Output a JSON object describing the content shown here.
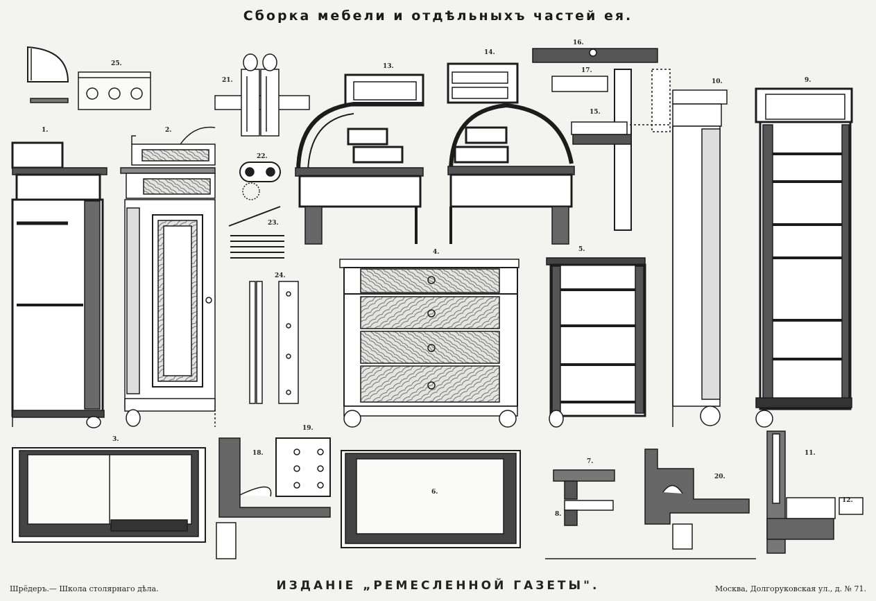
{
  "title": "Сборка мебели и отдѣльныхъ частей ея.",
  "footer": {
    "left": "Шрёдеръ.— Школа столярнаго дѣла.",
    "center": "ИЗДАНІЕ „РЕМЕСЛЕННОЙ ГАЗЕТЫ\".",
    "right": "Москва, Долгоруковская ул., д. № 71."
  },
  "figures": [
    {
      "id": "fig-1",
      "label": "1."
    },
    {
      "id": "fig-2",
      "label": "2."
    },
    {
      "id": "fig-3",
      "label": "3."
    },
    {
      "id": "fig-4",
      "label": "4."
    },
    {
      "id": "fig-5",
      "label": "5."
    },
    {
      "id": "fig-6",
      "label": "6."
    },
    {
      "id": "fig-7",
      "label": "7."
    },
    {
      "id": "fig-8",
      "label": "8."
    },
    {
      "id": "fig-9",
      "label": "9."
    },
    {
      "id": "fig-10",
      "label": "10."
    },
    {
      "id": "fig-11",
      "label": "11."
    },
    {
      "id": "fig-12",
      "label": "12."
    },
    {
      "id": "fig-13",
      "label": "13."
    },
    {
      "id": "fig-14",
      "label": "14."
    },
    {
      "id": "fig-15",
      "label": "15."
    },
    {
      "id": "fig-16",
      "label": "16."
    },
    {
      "id": "fig-17",
      "label": "17."
    },
    {
      "id": "fig-18",
      "label": "18."
    },
    {
      "id": "fig-19",
      "label": "19."
    },
    {
      "id": "fig-20",
      "label": "20."
    },
    {
      "id": "fig-21",
      "label": "21."
    },
    {
      "id": "fig-22",
      "label": "22."
    },
    {
      "id": "fig-23",
      "label": "23."
    },
    {
      "id": "fig-24",
      "label": "24."
    },
    {
      "id": "fig-25",
      "label": "25."
    }
  ],
  "colors": {
    "ink": "#1c1c1c",
    "wood": "#5a5a5a",
    "paper": "#f3f3f0"
  }
}
